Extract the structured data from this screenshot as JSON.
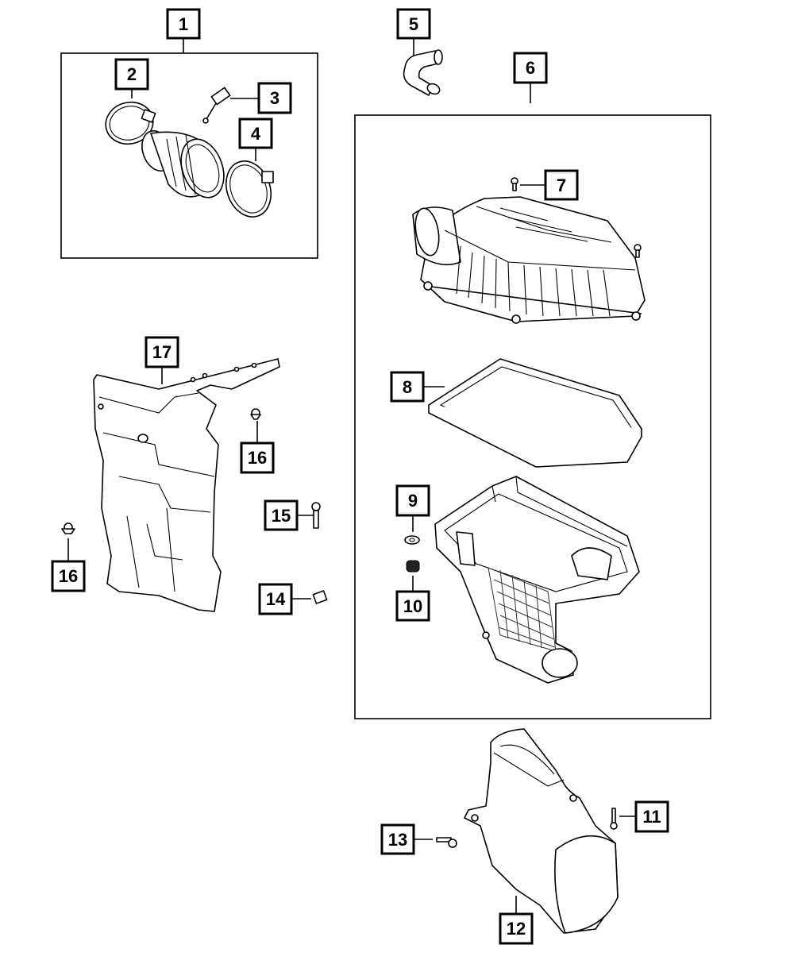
{
  "callouts": {
    "c1": "1",
    "c2": "2",
    "c3": "3",
    "c4": "4",
    "c5": "5",
    "c6": "6",
    "c7": "7",
    "c8": "8",
    "c9": "9",
    "c10": "10",
    "c11": "11",
    "c12": "12",
    "c13": "13",
    "c14": "14",
    "c15": "15",
    "c16a": "16",
    "c16b": "16",
    "c17": "17"
  },
  "colors": {
    "line": "#000000",
    "background": "#ffffff"
  }
}
